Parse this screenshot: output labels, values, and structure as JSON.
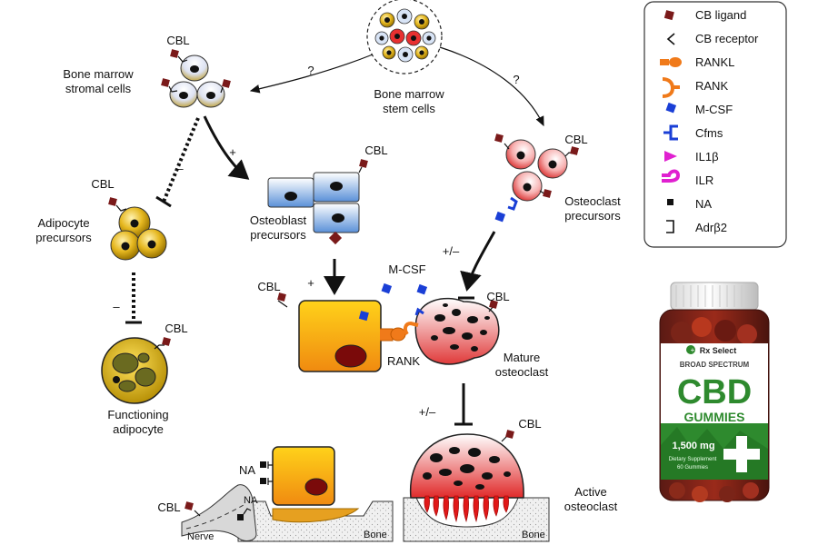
{
  "labels": {
    "stem": [
      "Bone marrow",
      "stem cells"
    ],
    "stromal": [
      "Bone marrow",
      "stromal cells"
    ],
    "adipocyte_precursors": [
      "Adipocyte",
      "precursors"
    ],
    "functioning_adipocyte": [
      "Functioning",
      "adipocyte"
    ],
    "osteoblast_precursors": [
      "Osteoblast",
      "precursors"
    ],
    "osteoclast_precursors": [
      "Osteoclast",
      "precursors"
    ],
    "mature_osteoclast": [
      "Mature",
      "osteoclast"
    ],
    "active_osteoclast": [
      "Active",
      "osteoclast"
    ],
    "rank": "RANK",
    "mcsf": "M-CSF",
    "na": "NA",
    "nerve": "Nerve",
    "bone": "Bone",
    "cbl": "CBL"
  },
  "signs": {
    "question": "?",
    "plus": "+",
    "minus": "–",
    "plus_minus": "+/–"
  },
  "legend": {
    "items": [
      {
        "icon": "cb-ligand-icon",
        "label": "CB ligand"
      },
      {
        "icon": "cb-receptor-icon",
        "label": "CB receptor"
      },
      {
        "icon": "rankl-icon",
        "label": "RANKL"
      },
      {
        "icon": "rank-icon",
        "label": "RANK"
      },
      {
        "icon": "mcsf-icon",
        "label": "M-CSF"
      },
      {
        "icon": "cfms-icon",
        "label": "Cfms"
      },
      {
        "icon": "il1b-icon",
        "label": "IL1β"
      },
      {
        "icon": "ilr-icon",
        "label": "ILR"
      },
      {
        "icon": "na-icon",
        "label": "NA"
      },
      {
        "icon": "adrb2-icon",
        "label": "Adrβ2"
      }
    ]
  },
  "product": {
    "brand": "Rx Select",
    "line": "BROAD SPECTRUM",
    "name1": "CBD",
    "name2": "GUMMIES",
    "dose": "1,500 mg",
    "sub1": "Dietary Supplement",
    "sub2": "60 Gummies"
  },
  "colors": {
    "ligand": "#7a1a1a",
    "rankl": "#f07a1a",
    "mcsf": "#1a3fd6",
    "il1b": "#e020d0",
    "yellow_cell": "#e6b820",
    "osteoblast_blue": "#6aa0e0",
    "osteoclast_red": "#e04a4a",
    "jar_green": "#2e8a2e"
  }
}
